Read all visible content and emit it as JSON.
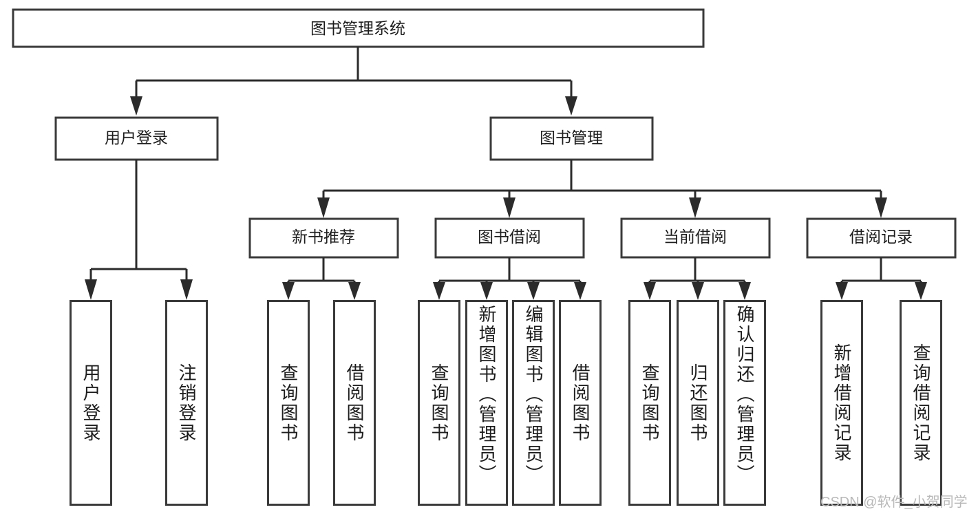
{
  "diagram": {
    "type": "tree-hierarchy",
    "orientation": "top-down",
    "root": {
      "label": "图书管理系统"
    },
    "level2": [
      {
        "label": "用户登录"
      },
      {
        "label": "图书管理"
      }
    ],
    "level3": [
      {
        "label": "新书推荐"
      },
      {
        "label": "图书借阅"
      },
      {
        "label": "当前借阅"
      },
      {
        "label": "借阅记录"
      }
    ],
    "leaves": {
      "user_login": [
        {
          "label": "用户登录"
        },
        {
          "label": "注销登录"
        }
      ],
      "new_book_recommend": [
        {
          "label": "查询图书"
        },
        {
          "label": "借阅图书"
        }
      ],
      "book_borrow": [
        {
          "label": "查询图书"
        },
        {
          "label": "新增图书（管理员）"
        },
        {
          "label": "编辑图书（管理员）"
        },
        {
          "label": "借阅图书"
        }
      ],
      "current_borrow": [
        {
          "label": "查询图书"
        },
        {
          "label": "归还图书"
        },
        {
          "label": "确认归还（管理员）"
        }
      ],
      "borrow_record": [
        {
          "label": "新增借阅记录"
        },
        {
          "label": "查询借阅记录"
        }
      ]
    }
  },
  "watermark": {
    "text": "CSDN @软件_小贺同学"
  },
  "colors": {
    "background": "#ffffff",
    "box_border": "#3a3a3a",
    "connector": "#2b2b2b",
    "text": "#1d1d1d",
    "watermark": "#b9b9b9"
  }
}
